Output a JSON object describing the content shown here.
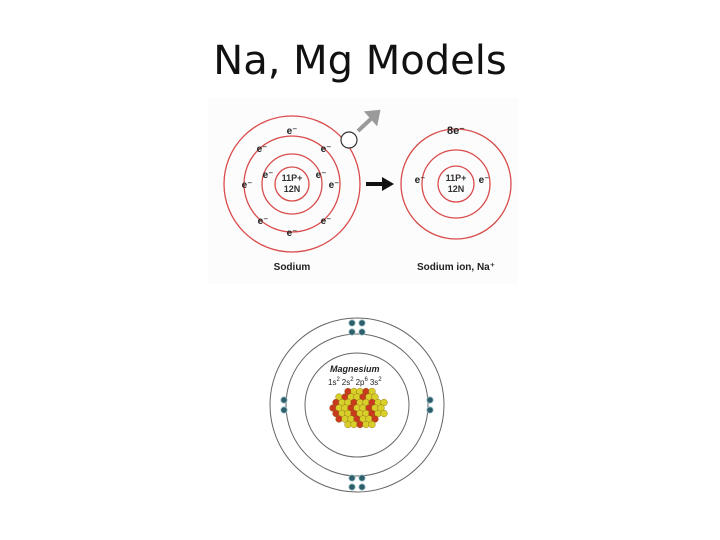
{
  "slide": {
    "title": "Na, Mg Models"
  },
  "sodium": {
    "electron": "e⁻",
    "nucleus_protons": "11P+",
    "nucleus_neutrons": "12N",
    "ion_outer_label": "8e⁻",
    "atom_caption": "Sodium",
    "ion_caption": "Sodium ion, Na⁺",
    "ring_color": "#d94b4b",
    "arrow_color": "#9a9a9a"
  },
  "magnesium": {
    "name": "Magnesium",
    "configuration": [
      "1s",
      "2",
      "2s",
      "2",
      "2p",
      "6",
      "3s",
      "2"
    ],
    "nucleus_colors": [
      "#d8cf2a",
      "#c8391d"
    ]
  }
}
